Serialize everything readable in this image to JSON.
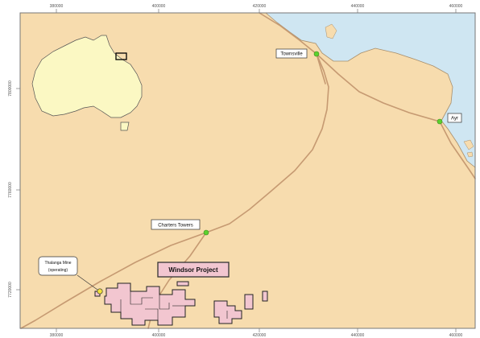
{
  "colors": {
    "land": "#f7dcae",
    "sea": "#cfe6f2",
    "australia": "#fbf8c3",
    "roads": "#c69a72",
    "town_dot": "#5cd12e",
    "project": "#f2c6d0",
    "frame": "#777777"
  },
  "towns": [
    {
      "name": "Townsville"
    },
    {
      "name": "Ayr"
    },
    {
      "name": "Charters Towers"
    }
  ],
  "mine": {
    "name_line1": "Thalanga Mine",
    "name_line2": "(operating)"
  },
  "project": {
    "name": "Windsor Project"
  },
  "axis": {
    "x_ticks": [
      "380000",
      "400000",
      "420000",
      "440000",
      "460000"
    ],
    "y_ticks": [
      "7800000",
      "7760000",
      "7720000"
    ]
  }
}
